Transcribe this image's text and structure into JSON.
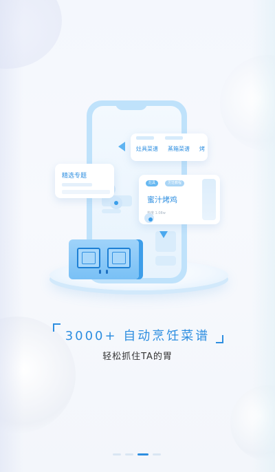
{
  "illustration": {
    "tabs": [
      "灶具菜谱",
      "蒸箱菜谱",
      "烤"
    ],
    "featured_title": "精选专题",
    "recipe": {
      "tags": [
        "灶具",
        "烹饪教程"
      ],
      "name": "蜜汁烤鸡",
      "meta": "热度 1.08w"
    }
  },
  "headline": "3000+ 自动烹饪菜谱",
  "subline": "轻松抓住TA的胃",
  "pager": {
    "count": 4,
    "active_index": 2
  },
  "colors": {
    "accent": "#2d8ee0",
    "text": "#333333",
    "pager_inactive": "#d9e6f3"
  }
}
